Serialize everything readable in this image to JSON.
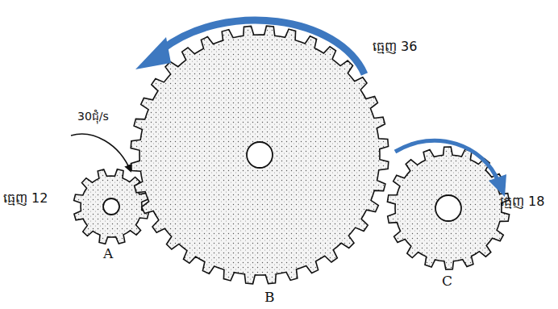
{
  "diagram": {
    "labels": [
      "ធ្មេញ 36",
      "30ជុំ/s",
      "ធ្មេញ 12",
      "A",
      "B",
      "ធ្មេញ 18",
      "C"
    ]
  }
}
